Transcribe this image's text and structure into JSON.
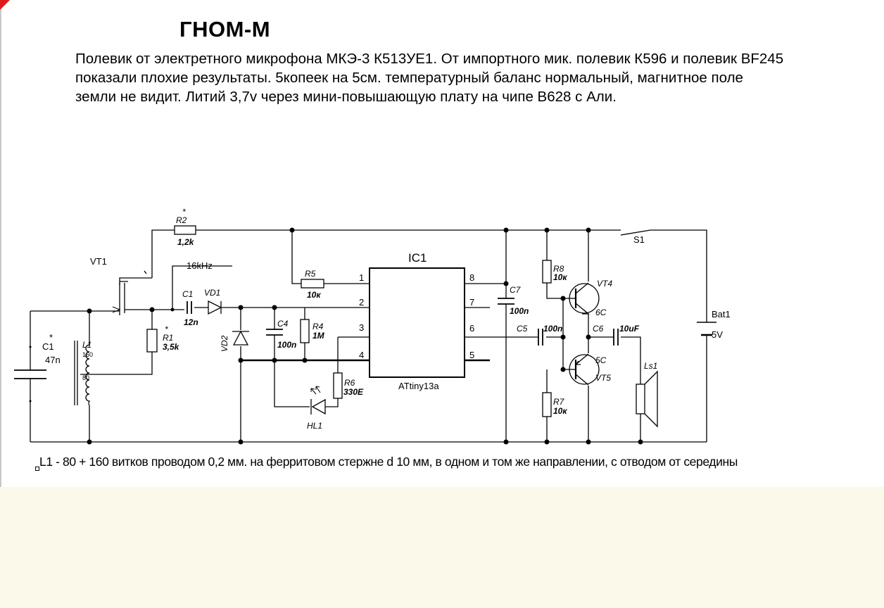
{
  "title": "ГНОМ-М",
  "description": [
    "Полевик от электретного микрофона МКЭ-3 К513УЕ1. От импортного мик. полевик К596 и полевик BF245",
    "показали плохие результаты.  5копеек на 5см. температурный баланс нормальный, магнитное поле",
    "земли не видит. Литий 3,7v через  мини-повышающую плату на чипе В628 с Али."
  ],
  "footnote": "L1 - 80 + 160 витков проводом 0,2 мм. на ферритовом стержне d 10 мм,   в одном и том же направлении, с отводом от середины",
  "schematic": {
    "c1": {
      "name": "C1",
      "value": "47n",
      "star": "*"
    },
    "l1": {
      "name": "L1",
      "tap_top": "160",
      "tap_bottom": "80"
    },
    "vt1": {
      "name": "VT1"
    },
    "r2": {
      "name": "R2",
      "value": "1,2k",
      "star": "*"
    },
    "r1": {
      "name": "R1",
      "value": "3,5k",
      "star": "*"
    },
    "signal": {
      "label": "16kHz"
    },
    "c1b": {
      "name": "C1",
      "value": "12n"
    },
    "vd1": {
      "name": "VD1"
    },
    "vd2": {
      "name": "VD2"
    },
    "c4": {
      "name": "C4",
      "value": "100n"
    },
    "r4": {
      "name": "R4",
      "value": "1M"
    },
    "r5": {
      "name": "R5",
      "value": "10к"
    },
    "r6": {
      "name": "R6",
      "value": "330E"
    },
    "hl1": {
      "name": "HL1"
    },
    "ic1": {
      "name": "IC1",
      "part": "ATtiny13a",
      "pins": [
        "1",
        "2",
        "3",
        "4",
        "8",
        "7",
        "6",
        "5"
      ]
    },
    "c7": {
      "name": "C7",
      "value": "100n"
    },
    "c5": {
      "name": "C5",
      "value": "100n"
    },
    "r8": {
      "name": "R8",
      "value": "10к"
    },
    "r7": {
      "name": "R7",
      "value": "10к"
    },
    "vt4": {
      "name": "VT4",
      "part": "6C"
    },
    "vt5": {
      "name": "VT5",
      "part": "5C"
    },
    "c6": {
      "name": "C6",
      "value": "10uF"
    },
    "ls1": {
      "name": "Ls1"
    },
    "s1": {
      "name": "S1"
    },
    "bat1": {
      "name": "Bat1",
      "value": "5V"
    }
  }
}
